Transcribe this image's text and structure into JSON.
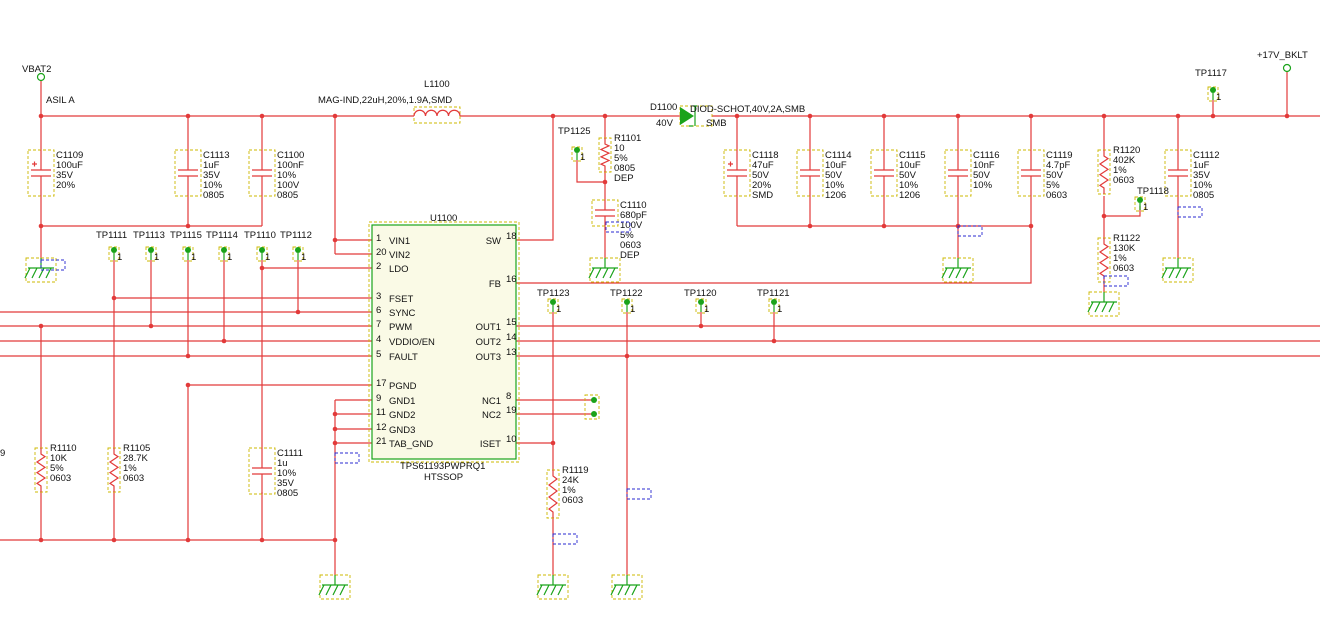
{
  "nets": {
    "vbat": "VBAT2",
    "vbat_note": "ASIL A",
    "out": "+17V_BKLT"
  },
  "inductor": {
    "ref": "L1100",
    "value": "MAG-IND,22uH,20%,1.9A,SMD"
  },
  "diode": {
    "ref": "D1100",
    "value": "DIOD-SCHOT,40V,2A,SMB",
    "v": "40V",
    "pkg": "SMB"
  },
  "ic": {
    "ref": "U1100",
    "part": "TPS61193PWPRQ1",
    "package": "HTSSOP",
    "left_pins": [
      {
        "num": "1",
        "name": "VIN1"
      },
      {
        "num": "20",
        "name": "VIN2"
      },
      {
        "num": "2",
        "name": "LDO"
      },
      {
        "num": "3",
        "name": "FSET"
      },
      {
        "num": "6",
        "name": "SYNC"
      },
      {
        "num": "7",
        "name": "PWM"
      },
      {
        "num": "4",
        "name": "VDDIO/EN"
      },
      {
        "num": "5",
        "name": "FAULT"
      },
      {
        "num": "17",
        "name": "PGND"
      },
      {
        "num": "9",
        "name": "GND1"
      },
      {
        "num": "11",
        "name": "GND2"
      },
      {
        "num": "12",
        "name": "GND3"
      },
      {
        "num": "21",
        "name": "TAB_GND"
      }
    ],
    "right_pins": [
      {
        "num": "18",
        "name": "SW"
      },
      {
        "num": "16",
        "name": "FB"
      },
      {
        "num": "15",
        "name": "OUT1"
      },
      {
        "num": "14",
        "name": "OUT2"
      },
      {
        "num": "13",
        "name": "OUT3"
      },
      {
        "num": "8",
        "name": "NC1"
      },
      {
        "num": "19",
        "name": "NC2"
      },
      {
        "num": "10",
        "name": "ISET"
      }
    ]
  },
  "caps": [
    {
      "ref": "C1109",
      "v": [
        "100uF",
        "35V",
        "20%"
      ]
    },
    {
      "ref": "C1113",
      "v": [
        "1uF",
        "35V",
        "10%",
        "0805"
      ]
    },
    {
      "ref": "C1100",
      "v": [
        "100nF",
        "10%",
        "100V",
        "0805"
      ]
    },
    {
      "ref": "C1110",
      "v": [
        "680pF",
        "100V",
        "5%",
        "0603",
        "DEP"
      ]
    },
    {
      "ref": "C1118",
      "v": [
        "47uF",
        "50V",
        "20%",
        "SMD"
      ]
    },
    {
      "ref": "C1114",
      "v": [
        "10uF",
        "50V",
        "10%",
        "1206"
      ]
    },
    {
      "ref": "C1115",
      "v": [
        "10uF",
        "50V",
        "10%",
        "1206"
      ]
    },
    {
      "ref": "C1116",
      "v": [
        "10nF",
        "50V",
        "10%"
      ]
    },
    {
      "ref": "C1119",
      "v": [
        "4.7pF",
        "50V",
        "5%",
        "0603"
      ]
    },
    {
      "ref": "C1112",
      "v": [
        "1uF",
        "35V",
        "10%",
        "0805"
      ]
    },
    {
      "ref": "C1111",
      "v": [
        "1u",
        "10%",
        "35V",
        "0805"
      ]
    }
  ],
  "resistors": [
    {
      "ref": "R1101",
      "v": [
        "10",
        "5%",
        "0805",
        "DEP"
      ]
    },
    {
      "ref": "R1120",
      "v": [
        "402K",
        "1%",
        "0603"
      ]
    },
    {
      "ref": "R1122",
      "v": [
        "130K",
        "1%",
        "0603"
      ]
    },
    {
      "ref": "R1110",
      "v": [
        "10K",
        "5%",
        "0603"
      ]
    },
    {
      "ref": "R1105",
      "v": [
        "28.7K",
        "1%",
        "0603"
      ]
    },
    {
      "ref": "R1119",
      "v": [
        "24K",
        "1%",
        "0603"
      ]
    }
  ],
  "testpoints": [
    "TP1111",
    "TP1113",
    "TP1115",
    "TP1114",
    "TP1110",
    "TP1112",
    "TP1125",
    "TP1117",
    "TP1118",
    "TP1123",
    "TP1122",
    "TP1120",
    "TP1121"
  ],
  "tp_pin": "1",
  "edge_fragment": "9"
}
